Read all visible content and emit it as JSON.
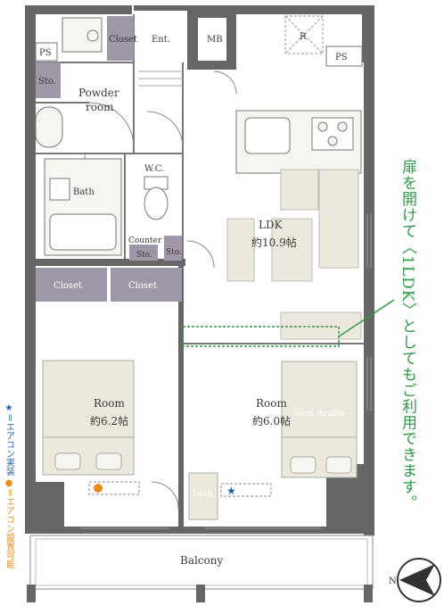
{
  "rooms": {
    "closet_top": "Closet",
    "entrance": "Ent.",
    "mb": "MB",
    "refrigerator": "R",
    "ps_left": "PS",
    "ps_right": "PS",
    "storage_left": "Sto.",
    "powder_room": [
      "Powder",
      "room"
    ],
    "bath": "Bath",
    "wc": "W.C.",
    "counter": "Counter",
    "storage_counter": "Sto.",
    "storage_wc": "Sto.",
    "closet_left": "Closet",
    "closet_right": "Closet",
    "ldk_name": "LDK",
    "ldk_size": "約10.9帖",
    "room_left_name": "Room",
    "room_left_size": "約6.2帖",
    "room_right_name": "Room",
    "room_right_size": "約6.0帖",
    "bed_label": "Semi double",
    "desk": "Desk",
    "balcony": "Balcony"
  },
  "note": "扉を開けて〈1LDK〉としてもご利用できます。",
  "legend": {
    "star_text": "★＝エアコン実装",
    "dot_text": "●＝エアコン設置可能"
  },
  "compass": "N",
  "colors": {
    "wall": "#666666",
    "closet": "#9f96a8",
    "furniture": "#ece8dc",
    "note_green": "#2e9a45",
    "star_blue": "#1f5fb4",
    "dot_orange": "#ee8a1a"
  },
  "icons": [
    "star-icon",
    "dot-icon",
    "compass-icon"
  ]
}
